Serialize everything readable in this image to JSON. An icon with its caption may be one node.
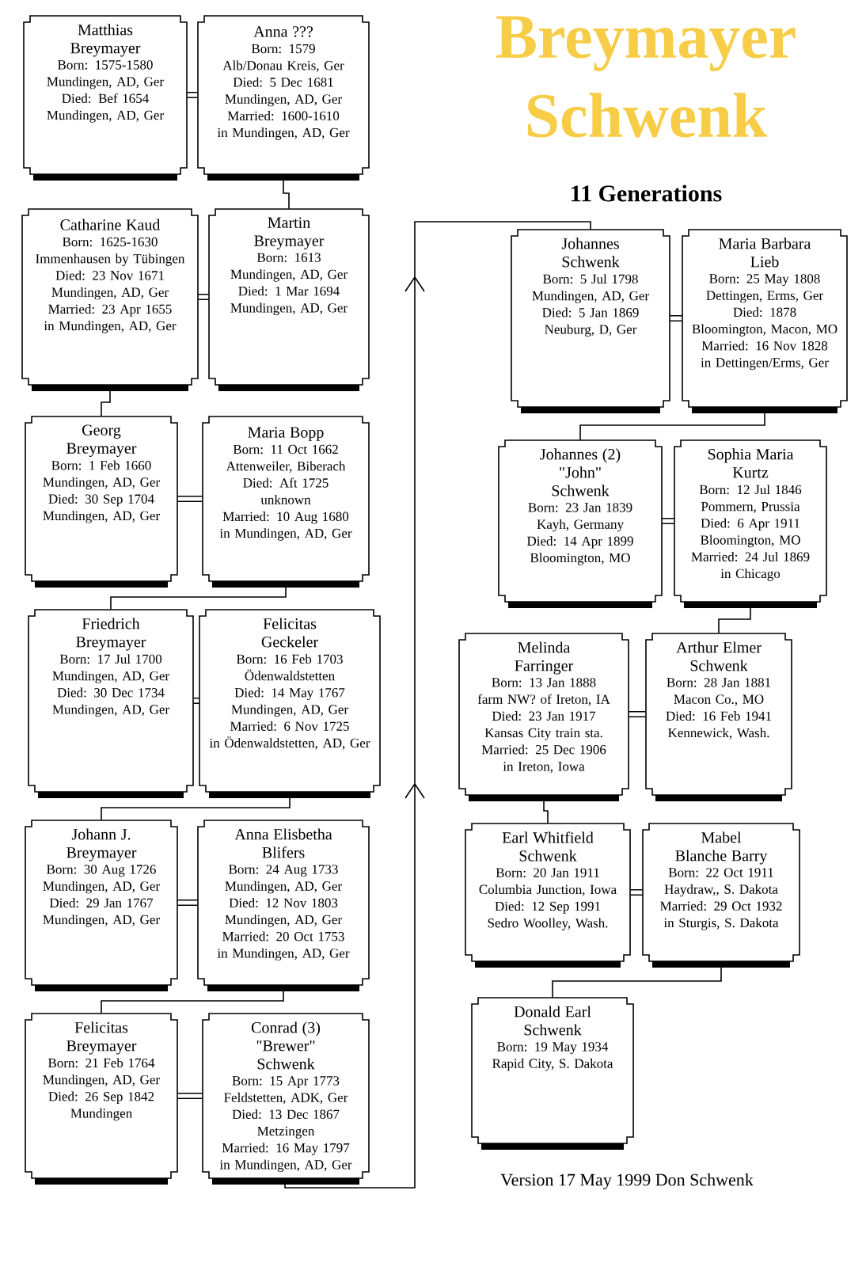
{
  "diagram": {
    "title": "Breymayer Schwenk",
    "nodes": [
      {
        "text": [
          "Matthias Breymayer",
          "Born: 1575-1580",
          "Mundingen, AD, Ger",
          "Died: Bef 1654",
          "Mundingen, AD, Ger"
        ]
      },
      {
        "text": [
          "Anna ???",
          "Born: 1579",
          "Alb/Donau Kreis, Ger",
          "Died: 5 Dec 1681",
          "Mundingen, AD, Ger",
          "Married: 1600-1610",
          "in Mundingen, AD, Ger"
        ]
      },
      {
        "text": [
          "Catharine Kaud",
          "Born: 1625-1630",
          "Immenhausen by Tübingen",
          "Died: 23 Nov 1671",
          "Mundingen, AD, Ger",
          "Married: 23 Apr 1655",
          "in Mundingen, AD, Ger"
        ]
      },
      {
        "text": [
          "Martin Breymayer",
          "Born: 1613",
          "Mundingen, AD, Ger",
          "Died: 1 Mar 1694",
          "Mundingen, AD, Ger"
        ]
      },
      {
        "text": [
          "Georg Breymayer",
          "Born: 1 Feb 1660",
          "Mundingen, AD, Ger",
          "Died: 30 Sep 1704",
          "Mundingen, AD, Ger"
        ]
      },
      {
        "text": [
          "Maria Bopp",
          "Born: 11 Oct 1662",
          "Attenweiler, Biberach",
          "Died: Aft 1725",
          "unknown",
          "Married: 10 Aug 1680",
          "in Mundingen, AD, Ger"
        ]
      },
      {
        "text": [
          "Friedrich Breymayer",
          "Born: 17 Jul 1700",
          "Mundingen, AD, Ger",
          "Died: 30 Dec 1734",
          "Mundingen, AD, Ger"
        ]
      },
      {
        "text": [
          "Felicitas Geckeler",
          "Born: 16 Feb 1703",
          "Ödenwaldstetten",
          "Died: 14 May 1767",
          "Mundingen, AD, Ger",
          "Married: 6 Nov 1725",
          "in Ödenwaldstetten, AD, Ger"
        ]
      },
      {
        "text": [
          "Johann J. Breymayer",
          "Born: 30 Aug 1726",
          "Mundingen, AD, Ger",
          "Died: 29 Jan 1767",
          "Mundingen, AD, Ger"
        ]
      },
      {
        "text": [
          "Anna Elisbetha Blifers",
          "Born: 24 Aug 1733",
          "Mundingen, AD, Ger",
          "Died: 12 Nov 1803",
          "Mundingen, AD, Ger",
          "Married: 20 Oct 1753",
          "in Mundingen, AD, Ger"
        ]
      },
      {
        "text": [
          "Felicitas Breymayer",
          "Born: 21 Feb 1764",
          "Mundingen, AD, Ger",
          "Died: 26 Sep 1842",
          "Mundingen"
        ]
      },
      {
        "text": [
          "Conrad (3) \"Brewer\" Schwenk",
          "Born: 15 Apr 1773",
          "Feldstetten, ADK, Ger",
          "Died: 13 Dec 1867",
          "Metzingen",
          "Married: 16 May 1797",
          "in Mundingen, AD, Ger"
        ]
      },
      {
        "text": [
          "Johannes Schwenk",
          "Born: 5 Jul 1798",
          "Mundingen, AD, Ger",
          "Died: 5 Jan 1869",
          "Neuburg, D, Ger"
        ]
      },
      {
        "text": [
          "Maria Barbara Lieb",
          "Born: 25 May 1808",
          "Dettingen, Erms, Ger",
          "Died: 1878",
          "Bloomington, Macon, MO",
          "Married: 16 Nov 1828",
          "in Dettingen/Erms, Ger"
        ]
      },
      {
        "text": [
          "Johannes (2) \"John\" Schwenk",
          "Born: 23 Jan 1839",
          "Kayh, Germany",
          "Died: 14 Apr 1899",
          "Bloomington, MO"
        ]
      },
      {
        "text": [
          "Sophia Maria Kurtz",
          "Born: 12 Jul 1846",
          "Pommern, Prussia",
          "Died: 6 Apr 1911",
          "Bloomington, MO",
          "Married: 24 Jul 1869",
          "in Chicago"
        ]
      },
      {
        "text": [
          "Melinda Farringer",
          "Born: 13 Jan 1888",
          "farm NW? of Ireton, IA",
          "Died: 23 Jan 1917",
          "Kansas City train sta.",
          "Married: 25 Dec 1906",
          "in Ireton, Iowa"
        ]
      },
      {
        "text": [
          "Arthur Elmer Schwenk",
          "Born: 28 Jan 1881",
          "Macon Co., MO",
          "Died: 16 Feb 1941",
          "Kennewick, Wash."
        ]
      },
      {
        "text": [
          "Earl Whitfield Schwenk",
          "Born: 20 Jan 1911",
          "Columbia Junction, Iowa",
          "Died: 12 Sep 1991",
          "Sedro Woolley, Wash."
        ]
      },
      {
        "text": [
          "Mabel Blanche Barry",
          "Born: 22 Oct 1911",
          "Haydraw,, S. Dakota",
          "Married: 29 Oct 1932",
          "in Sturgis, S. Dakota"
        ]
      },
      {
        "text": [
          "Donald Earl Schwenk",
          "Born: 19 May 1934",
          "Rapid City, S. Dakota"
        ]
      }
    ],
    "edges": [
      {
        "from": 0,
        "to": 1,
        "arrow": "none"
      },
      {
        "from": 1,
        "to": 3,
        "arrow": "none"
      },
      {
        "from": 2,
        "to": 3,
        "arrow": "none"
      },
      {
        "from": 2,
        "to": 4,
        "arrow": "none"
      },
      {
        "from": 4,
        "to": 5,
        "arrow": "none"
      },
      {
        "from": 5,
        "to": 6,
        "arrow": "none"
      },
      {
        "from": 6,
        "to": 7,
        "arrow": "none"
      },
      {
        "from": 7,
        "to": 8,
        "arrow": "none"
      },
      {
        "from": 8,
        "to": 9,
        "arrow": "none"
      },
      {
        "from": 9,
        "to": 10,
        "arrow": "none"
      },
      {
        "from": 10,
        "to": 11,
        "arrow": "none"
      },
      {
        "from": 11,
        "to": 12,
        "arrow": "to"
      },
      {
        "from": 12,
        "to": 13,
        "arrow": "none"
      },
      {
        "from": 13,
        "to": 14,
        "arrow": "none"
      },
      {
        "from": 14,
        "to": 15,
        "arrow": "none"
      },
      {
        "from": 15,
        "to": 17,
        "arrow": "none"
      },
      {
        "from": 16,
        "to": 17,
        "arrow": "none"
      },
      {
        "from": 16,
        "to": 18,
        "arrow": "none"
      },
      {
        "from": 18,
        "to": 19,
        "arrow": "none"
      },
      {
        "from": 19,
        "to": 20,
        "arrow": "none"
      }
    ],
    "labels": [
      "11 Generations",
      "Version 17 May 1999  Don Schwenk"
    ]
  }
}
